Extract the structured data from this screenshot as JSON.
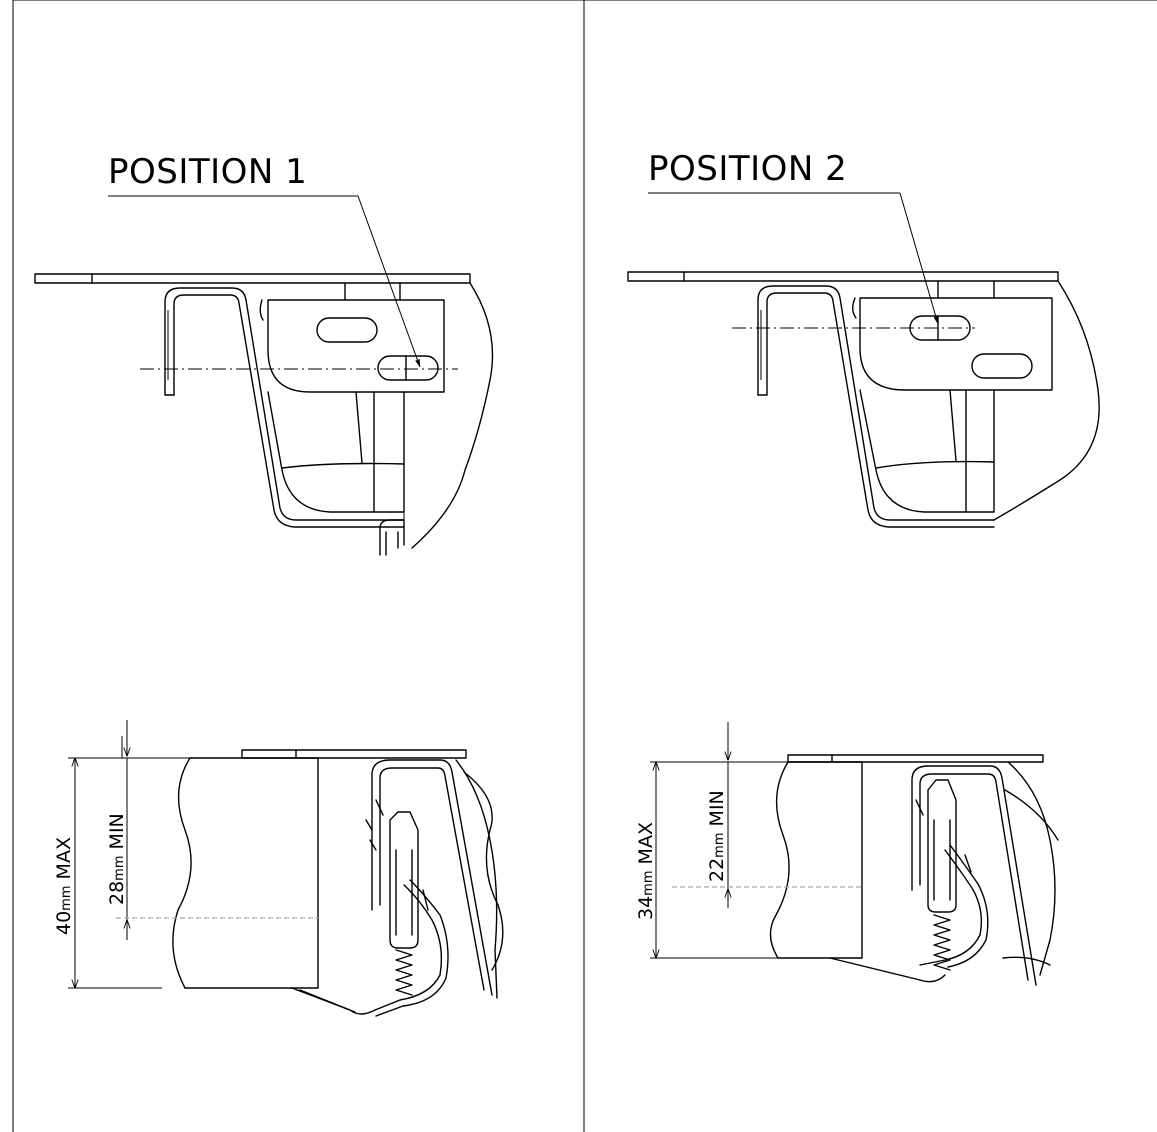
{
  "panels": [
    {
      "title": "POSITION  1",
      "dim_max": {
        "value": "40",
        "unit": "mm",
        "suffix": " MAX"
      },
      "dim_min": {
        "value": "28",
        "unit": "mm",
        "suffix": " MIN"
      }
    },
    {
      "title": "POSITION  2",
      "dim_max": {
        "value": "34",
        "unit": "mm",
        "suffix": " MAX"
      },
      "dim_min": {
        "value": "22",
        "unit": "mm",
        "suffix": " MIN"
      }
    }
  ]
}
